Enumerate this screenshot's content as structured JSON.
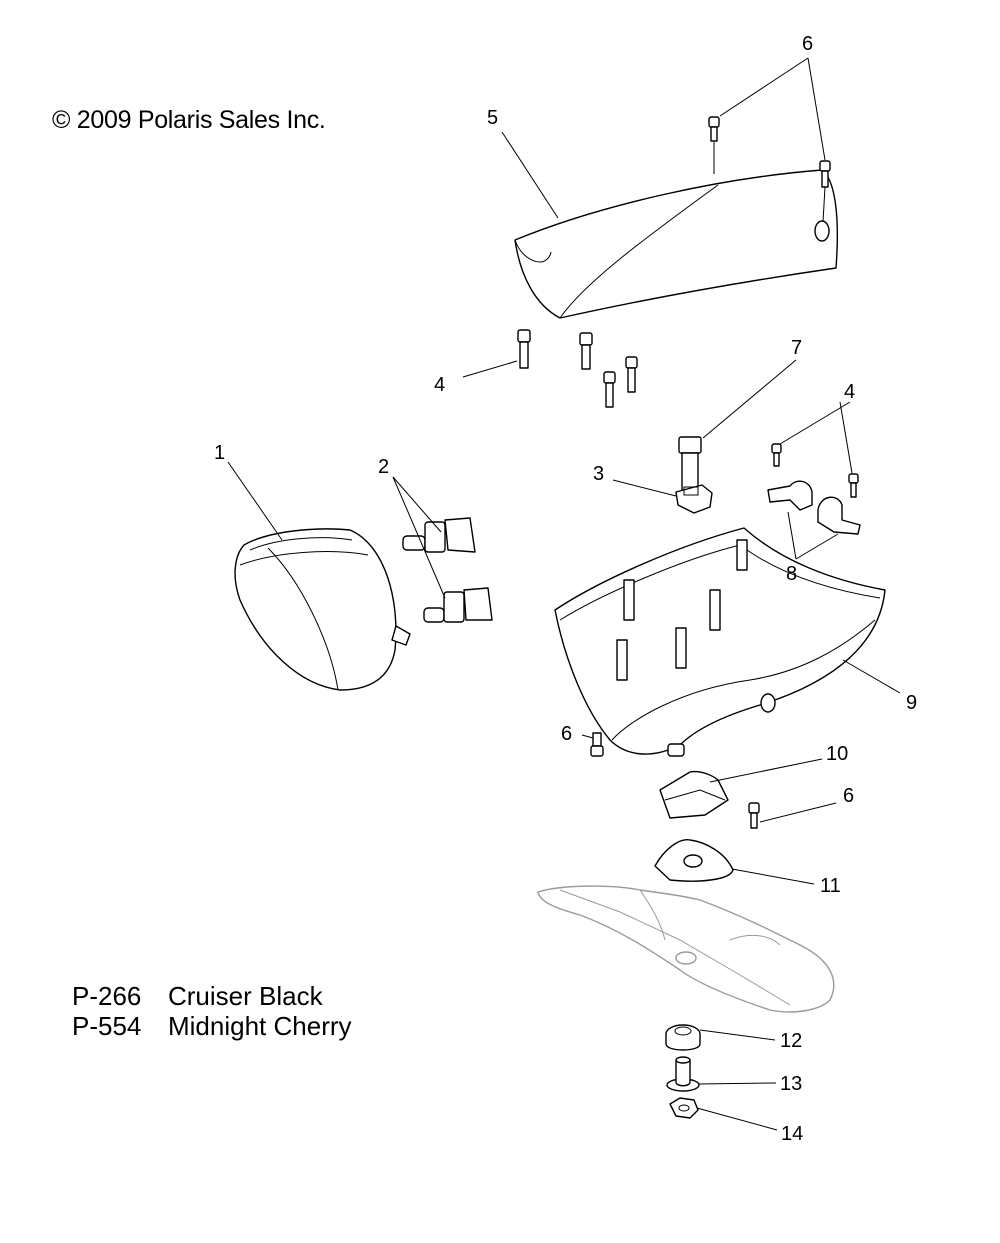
{
  "copyright": "© 2009 Polaris Sales Inc.",
  "legend": [
    {
      "code": "P-266",
      "name": "Cruiser Black"
    },
    {
      "code": "P-554",
      "name": "Midnight Cherry"
    }
  ],
  "callouts": {
    "c1": "1",
    "c2": "2",
    "c3": "3",
    "c4a": "4",
    "c4b": "4",
    "c5": "5",
    "c6a": "6",
    "c6b": "6",
    "c6c": "6",
    "c7": "7",
    "c8": "8",
    "c9": "9",
    "c10": "10",
    "c11": "11",
    "c12": "12",
    "c13": "13",
    "c14": "14"
  }
}
